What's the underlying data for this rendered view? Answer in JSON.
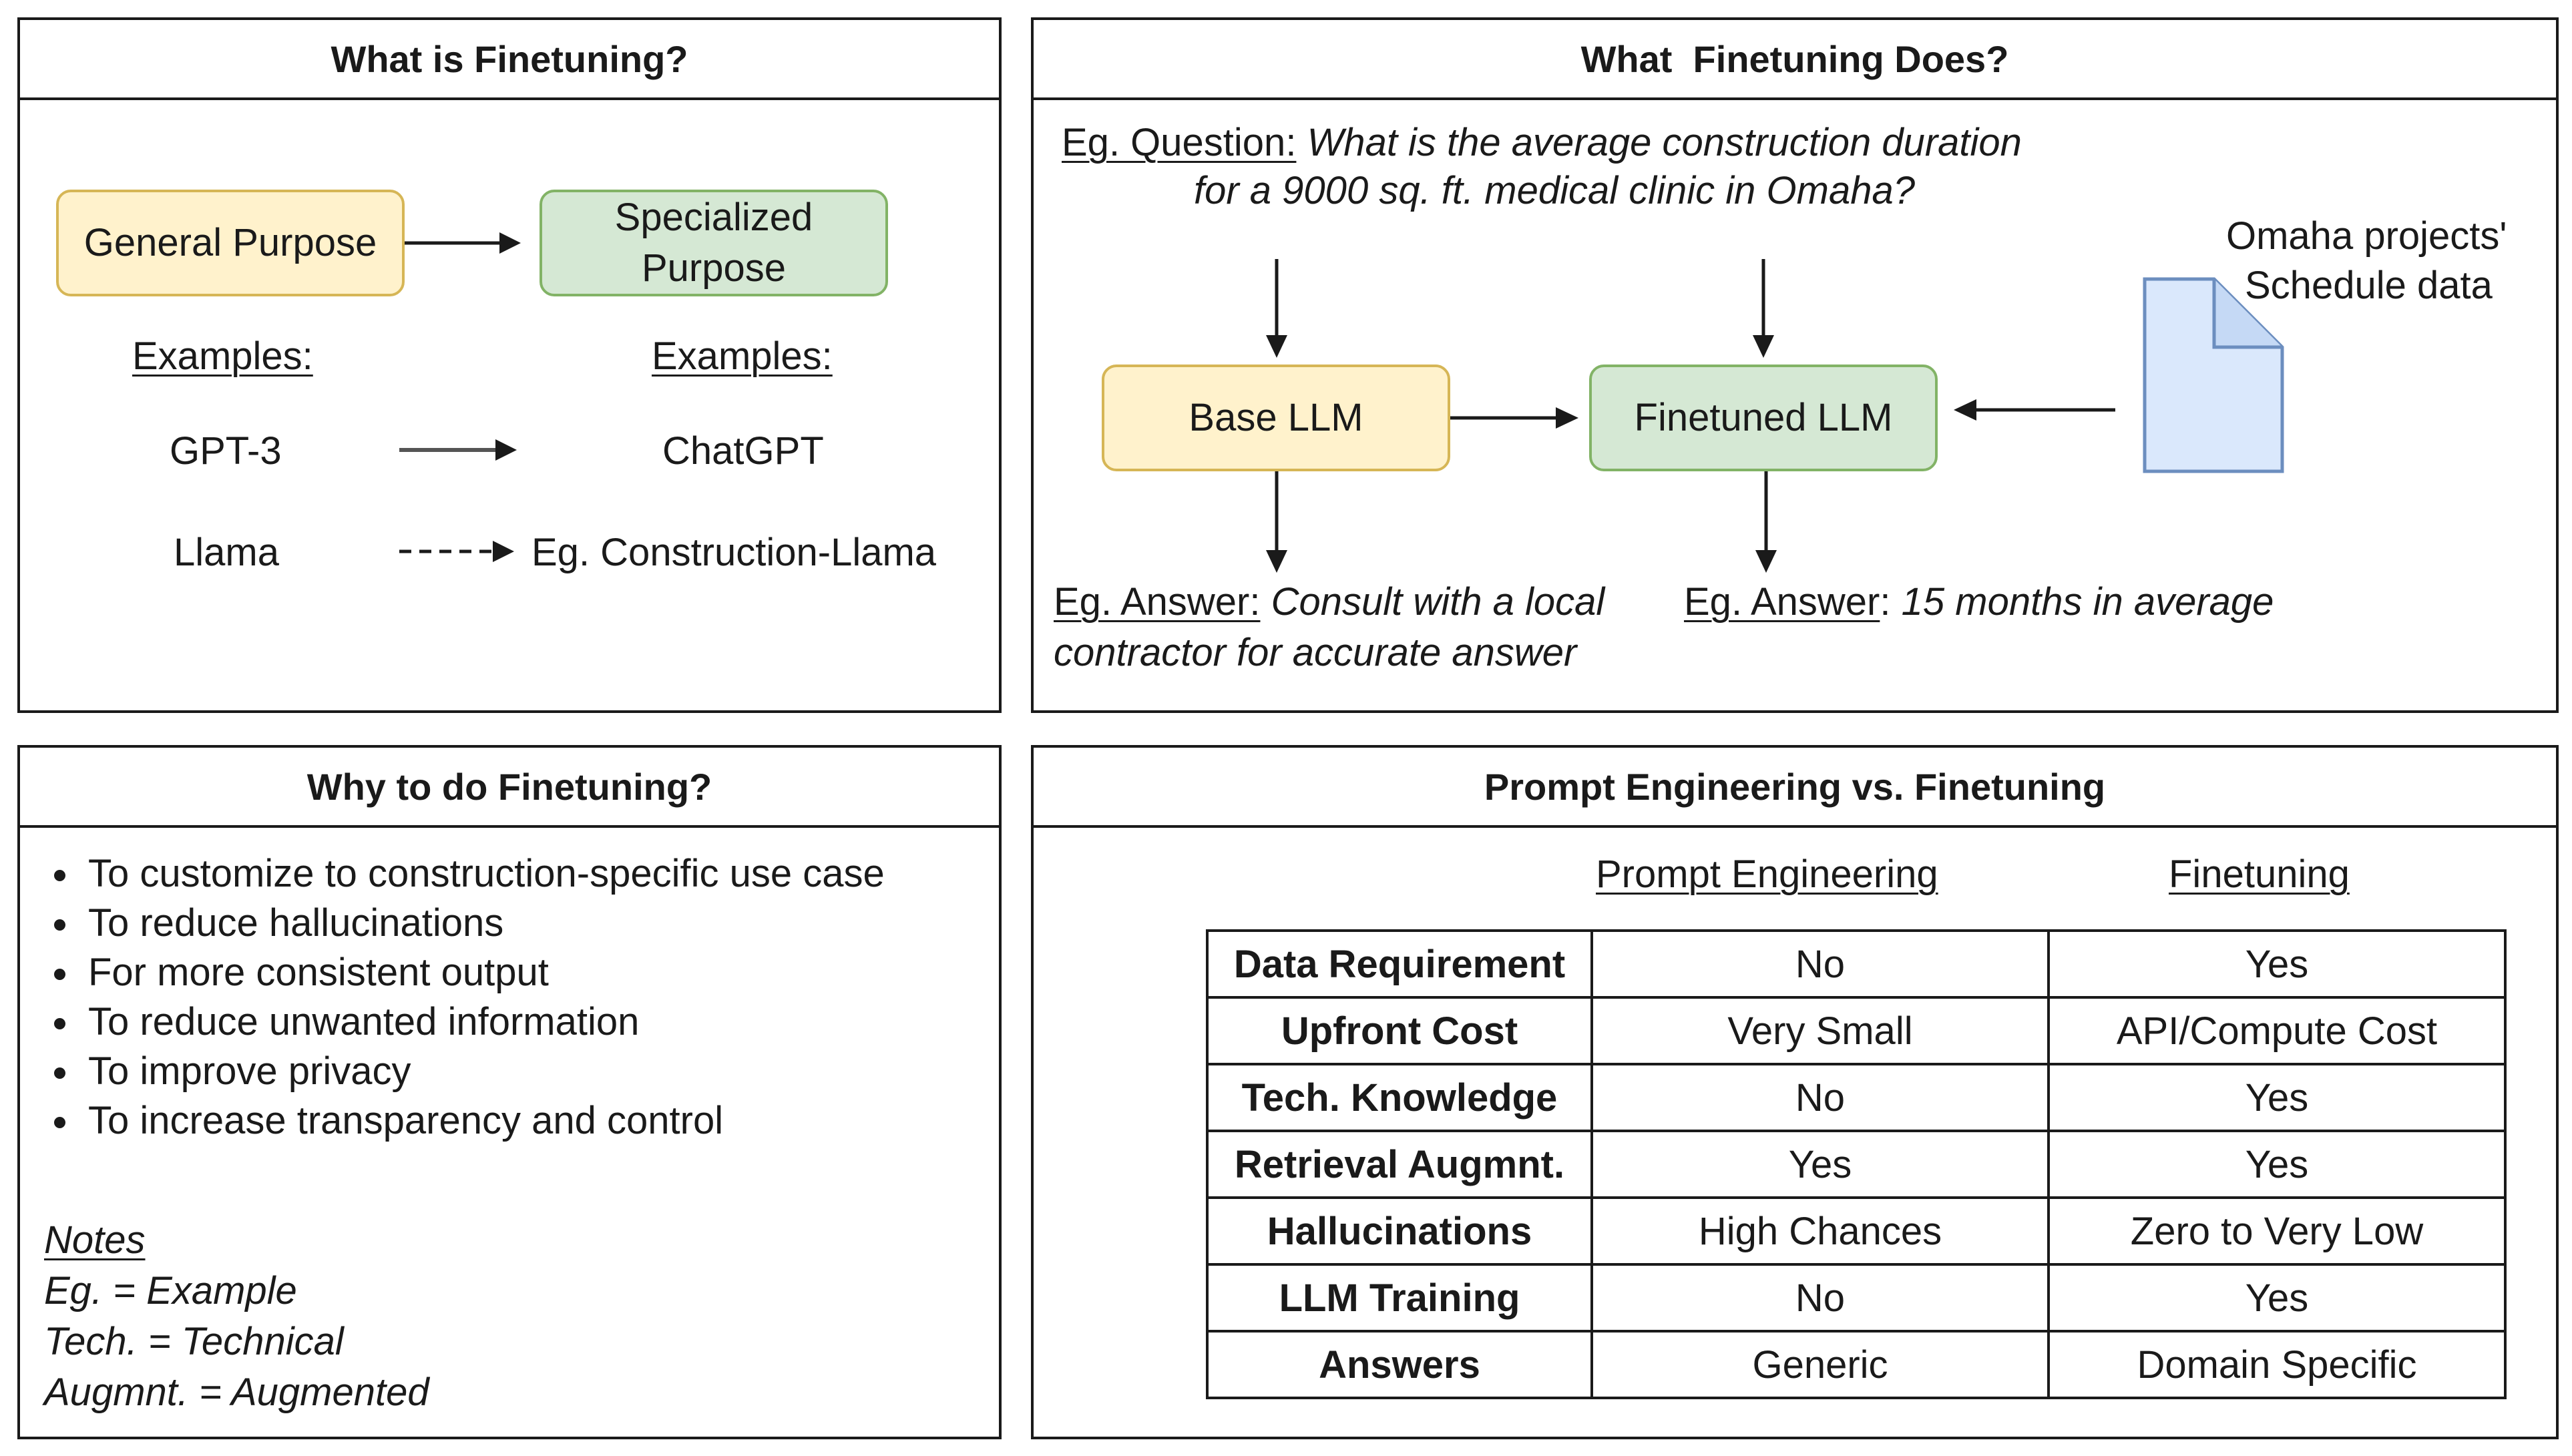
{
  "panels": {
    "what_is": {
      "title": "What is Finetuning?",
      "general_box": "General Purpose",
      "specialized_box_line1": "Specialized",
      "specialized_box_line2": "Purpose",
      "examples_left": "Examples:",
      "examples_right": "Examples:",
      "rows": [
        {
          "left": "GPT-3",
          "right": "ChatGPT",
          "arrow": "solid"
        },
        {
          "left": "Llama",
          "right": "Eg. Construction-Llama",
          "arrow": "dashed"
        }
      ]
    },
    "what_does": {
      "title": "What  Finetuning Does?",
      "question_label": "Eg. Question:",
      "question_line1": "What is the average construction duration",
      "question_line2": "for a 9000 sq. ft. medical clinic in Omaha?",
      "base_llm": "Base LLM",
      "finetuned_llm": "Finetuned LLM",
      "data_line1": "Omaha projects'",
      "data_line2": "Schedule data",
      "answer_base_label": "Eg. Answer:",
      "answer_base_line1": "Consult with a local",
      "answer_base_line2": "contractor for accurate answer",
      "answer_ft_label": "Eg. Answer",
      "answer_ft_sep": ":",
      "answer_ft_text": "15 months in average"
    },
    "why": {
      "title": "Why to do Finetuning?",
      "bullets": [
        "To customize to construction-specific use case",
        "To reduce hallucinations",
        "For more consistent output",
        "To reduce unwanted information",
        "To improve privacy",
        "To increase transparency and control"
      ],
      "notes_title": "Notes",
      "notes": [
        "Eg. = Example",
        "Tech. = Technical",
        "Augmnt. = Augmented"
      ]
    },
    "compare": {
      "title": "Prompt Engineering vs. Finetuning",
      "col_headers": [
        "Prompt Engineering",
        "Finetuning"
      ],
      "rows": [
        {
          "label": "Data Requirement",
          "prompt": "No",
          "finetune": "Yes"
        },
        {
          "label": "Upfront Cost",
          "prompt": "Very Small",
          "finetune": "API/Compute Cost"
        },
        {
          "label": "Tech. Knowledge",
          "prompt": "No",
          "finetune": "Yes"
        },
        {
          "label": "Retrieval Augmnt.",
          "prompt": "Yes",
          "finetune": "Yes"
        },
        {
          "label": "Hallucinations",
          "prompt": "High Chances",
          "finetune": "Zero to Very Low"
        },
        {
          "label": "LLM Training",
          "prompt": "No",
          "finetune": "Yes"
        },
        {
          "label": "Answers",
          "prompt": "Generic",
          "finetune": "Domain Specific"
        }
      ]
    }
  },
  "colors": {
    "yellow_fill": "#fff2cc",
    "yellow_border": "#d6b656",
    "green_fill": "#d5e8d4",
    "green_border": "#82b366",
    "doc_fill": "#dae8fc",
    "doc_border": "#6c8ebf"
  },
  "icons": [
    "document-icon"
  ]
}
